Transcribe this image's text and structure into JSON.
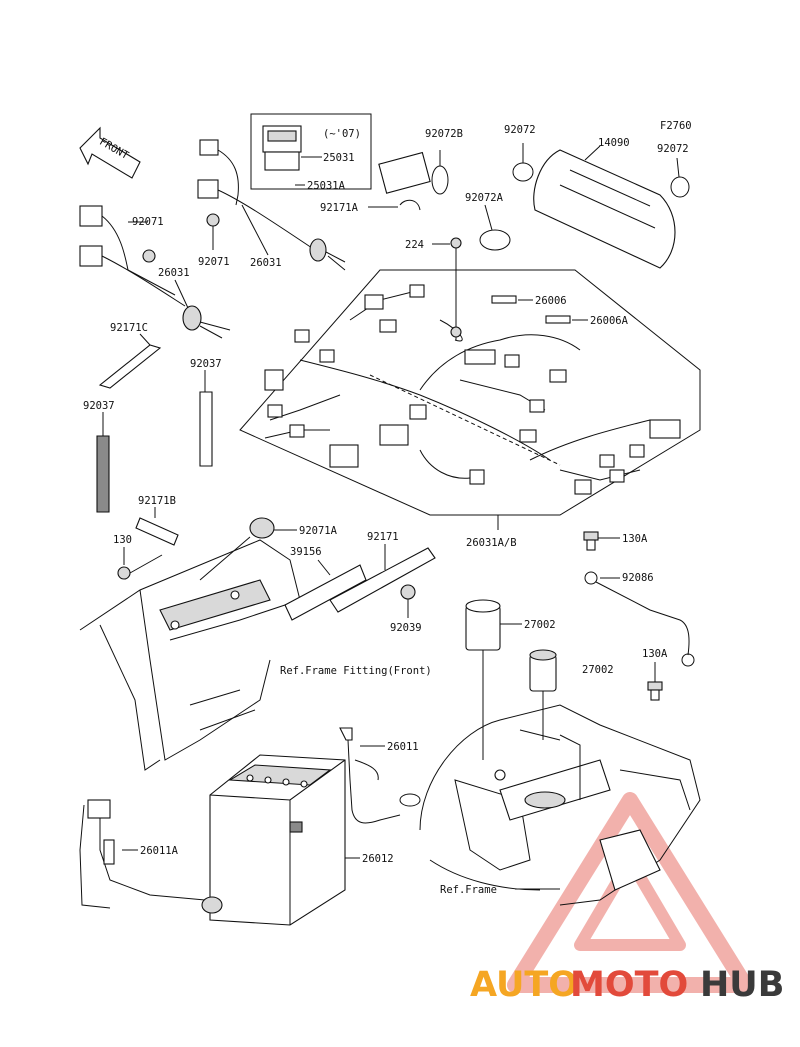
{
  "figure_code": "F2760",
  "front_label": "FRONT",
  "note_year": "(~'07)",
  "ref_labels": {
    "frame_fitting_front": "Ref.Frame Fitting(Front)",
    "frame": "Ref.Frame"
  },
  "parts": {
    "p25031": "25031",
    "p25031A": "25031A",
    "p92072B": "92072B",
    "p92072_a": "92072",
    "p14090": "14090",
    "p92072_b": "92072",
    "p92171A": "92171A",
    "p92072A": "92072A",
    "p224": "224",
    "p92071_a": "92071",
    "p92071_b": "92071",
    "p26031": "26031",
    "p26031_b": "26031",
    "p26006": "26006",
    "p26006A": "26006A",
    "p92171C": "92171C",
    "p92037_a": "92037",
    "p92037_b": "92037",
    "p92171B": "92171B",
    "p26031AB": "26031A/B",
    "p92071A": "92071A",
    "p92171": "92171",
    "p130A_a": "130A",
    "p130": "130",
    "p39156": "39156",
    "p92086": "92086",
    "p92039": "92039",
    "p27002_a": "27002",
    "p27002_b": "27002",
    "p130A_b": "130A",
    "p26011": "26011",
    "p26011A": "26011A",
    "p26012": "26012"
  },
  "watermark": {
    "part1": "AUTO",
    "part2": "MOTO",
    "part3": "HUB",
    "color1": "#f5a623",
    "color2": "#e24a3b",
    "color3": "#3a3a3a"
  }
}
